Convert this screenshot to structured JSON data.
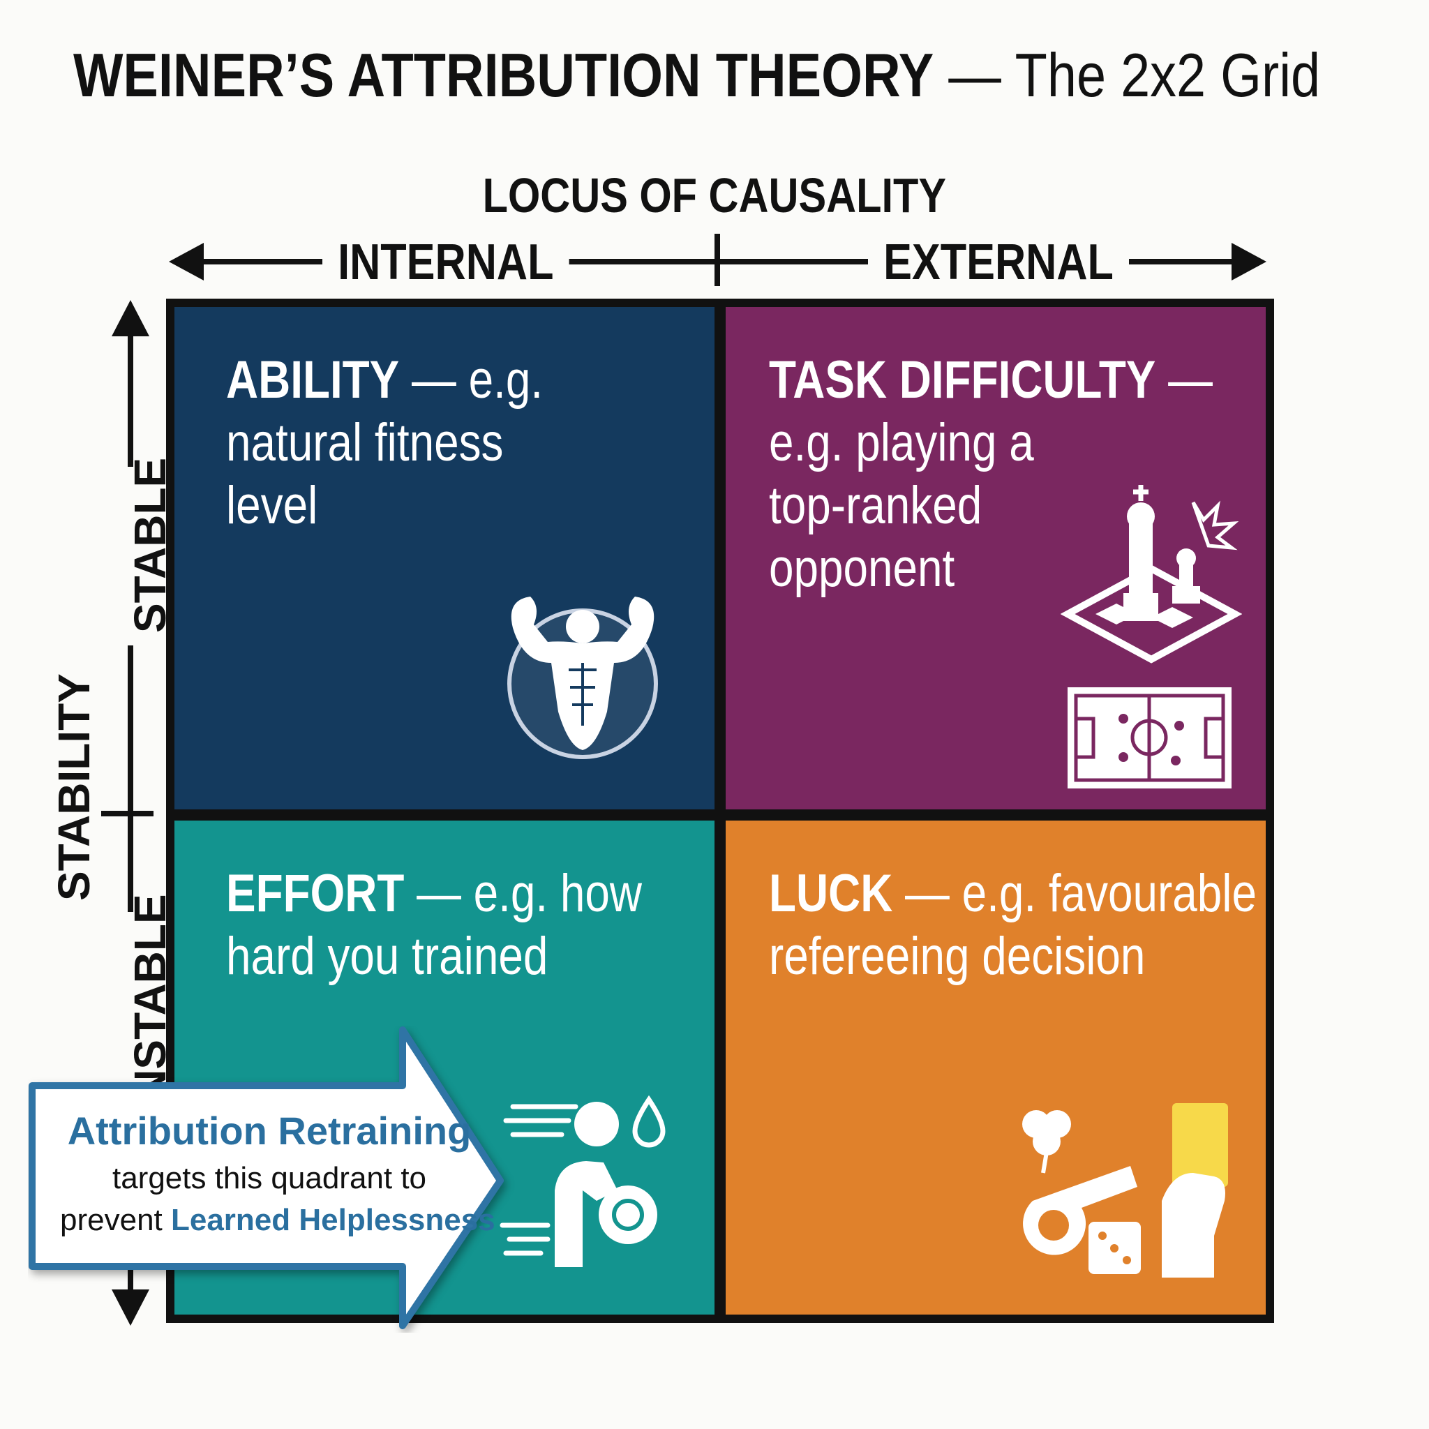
{
  "title": {
    "bold": "WEINER’S ATTRIBUTION THEORY",
    "rest": " — The 2x2 Grid"
  },
  "axes": {
    "horizontal_title": "LOCUS OF CAUSALITY",
    "left_label": "INTERNAL",
    "right_label": "EXTERNAL",
    "vertical_title": "STABILITY",
    "top_label": "STABLE",
    "bottom_label": "UNSTABLE"
  },
  "quadrants": [
    {
      "heading": "ABILITY",
      "text": " — e.g. natural fitness level",
      "lines": [
        "— e.g.",
        "natural fitness",
        "level"
      ],
      "color": "#143a5e",
      "icon": "muscle-icon"
    },
    {
      "heading": "TASK DIFFICULTY",
      "lines": [
        "—",
        "e.g. playing a",
        "top-ranked",
        "opponent"
      ],
      "color": "#7a2760",
      "icon": "chess-icon"
    },
    {
      "heading": "EFFORT",
      "lines": [
        "— e.g. how",
        "hard you trained"
      ],
      "color": "#13948f",
      "icon": "training-icon"
    },
    {
      "heading": "LUCK",
      "lines": [
        "— e.g. favourable",
        "refereeing decision"
      ],
      "color": "#e0812b",
      "icon": "luck-icon"
    }
  ],
  "callout": {
    "title": "Attribution Retraining",
    "line2": "targets this quadrant to",
    "line3_prefix": "prevent ",
    "line3_highlight": "Learned Helplessness",
    "border_color": "#2f74a5",
    "accent_color": "#2a6f9f"
  }
}
